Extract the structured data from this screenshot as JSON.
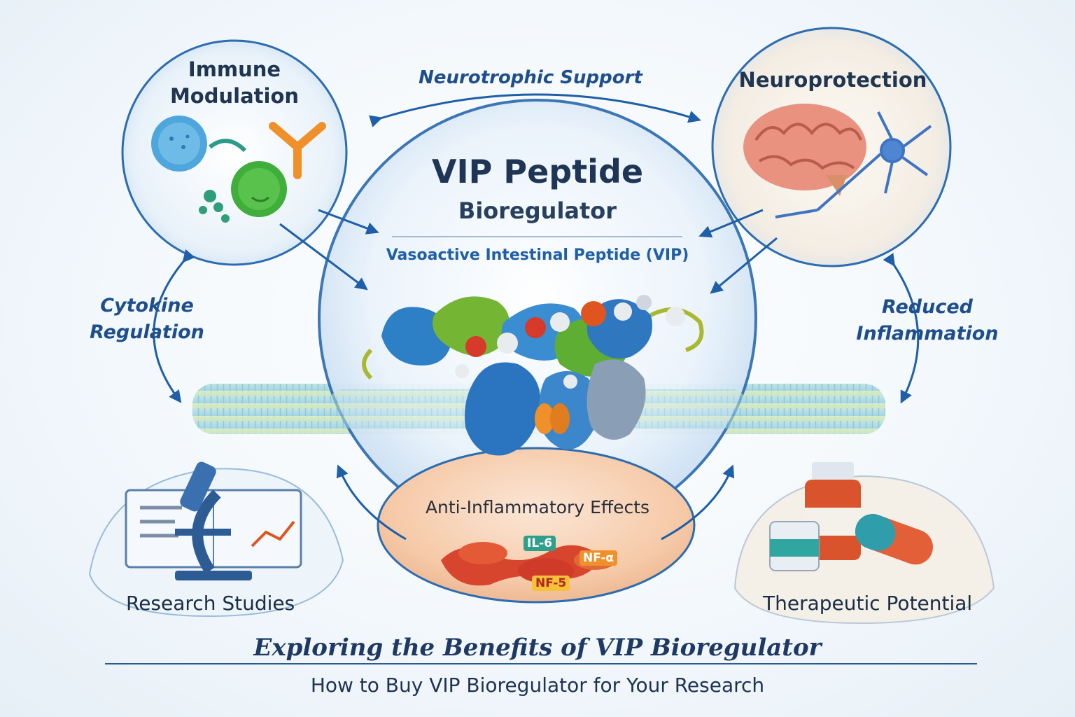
{
  "center": {
    "title": "VIP Peptide",
    "subtitle": "Bioregulator",
    "full_name": "Vasoactive Intestinal Peptide (VIP)",
    "bottom_label": "Anti-Inflammatory Effects",
    "markers": [
      "IL-6",
      "NF-α",
      "NF-5"
    ]
  },
  "top_left": {
    "title_line1": "Immune",
    "title_line2": "Modulation"
  },
  "top_right": {
    "title": "Neuroprotection"
  },
  "arrow_top": {
    "label": "Neurotrophic Support"
  },
  "arrow_left": {
    "line1": "Cytokine",
    "line2": "Regulation"
  },
  "arrow_right": {
    "line1": "Reduced",
    "line2": "Inflammation"
  },
  "bottom_left": {
    "label": "Research Studies"
  },
  "bottom_right": {
    "label": "Therapeutic Potential"
  },
  "footer": {
    "title": "Exploring the Benefits of VIP Bioregulator",
    "subtitle": "How to Buy VIP Bioregulator for Your Research"
  },
  "colors": {
    "primary_blue": "#1e5fa8",
    "navy_text": "#1e3556",
    "circle_border": "#2c6cb0",
    "accent_orange": "#f0902a",
    "accent_green": "#5cb83a"
  },
  "icons": [
    "immune-cells-icon",
    "antibody-icon",
    "brain-icon",
    "neuron-icon",
    "microscope-icon",
    "chart-book-icon",
    "pill-bottle-icon",
    "capsule-icon",
    "protein-structure-icon",
    "cell-membrane-icon"
  ]
}
